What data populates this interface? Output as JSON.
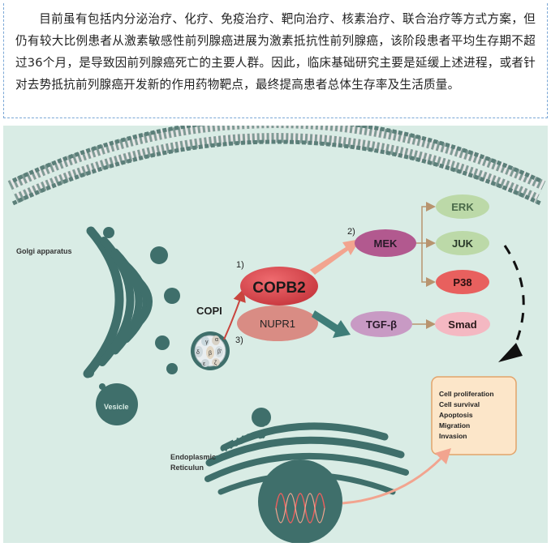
{
  "intro_text": "目前虽有包括内分泌治疗、化疗、免疫治疗、靶向治疗、核素治疗、联合治疗等方式方案，但仍有较大比例患者从激素敏感性前列腺癌进展为激素抵抗性前列腺癌，该阶段患者平均生存期不超过36个月，是导致因前列腺癌死亡的主要人群。因此，临床基础研究主要是延缓上述进程，或者针对去势抵抗前列腺癌开发新的作用药物靶点，最终提高患者总体生存率及生活质量。",
  "labels": {
    "golgi": "Golgi apparatus",
    "vesicle": "Vesicle",
    "er_line1": "Endoplasmic",
    "er_line2": "Reticulun",
    "copi": "COPI",
    "copb2": "COPB2",
    "nupr1": "NUPR1",
    "mek": "MEK",
    "erk": "ERK",
    "juk": "JUK",
    "p38": "P38",
    "tgfb": "TGF-β",
    "smad": "Smad",
    "step1": "1)",
    "step2": "2)",
    "step3": "3)"
  },
  "outcomes": [
    "Cell proliferation",
    "Cell survival",
    "Apoptosis",
    "Migration",
    "Invasion"
  ],
  "copi_subunits": [
    "γ",
    "α",
    "β'",
    "δ",
    "β",
    "ε",
    "ζ"
  ],
  "colors": {
    "background": "#d9ece5",
    "organelle": "#3f6f6b",
    "copb2": "#d9484f",
    "nupr1": "#d98c84",
    "mek": "#b2598f",
    "erk_juk": "#bcd9a8",
    "p38": "#e8605e",
    "tgfb": "#c89ac4",
    "smad": "#f4b8c2",
    "outcome_box": "#fce6c9",
    "outcome_border": "#e2a36a"
  }
}
